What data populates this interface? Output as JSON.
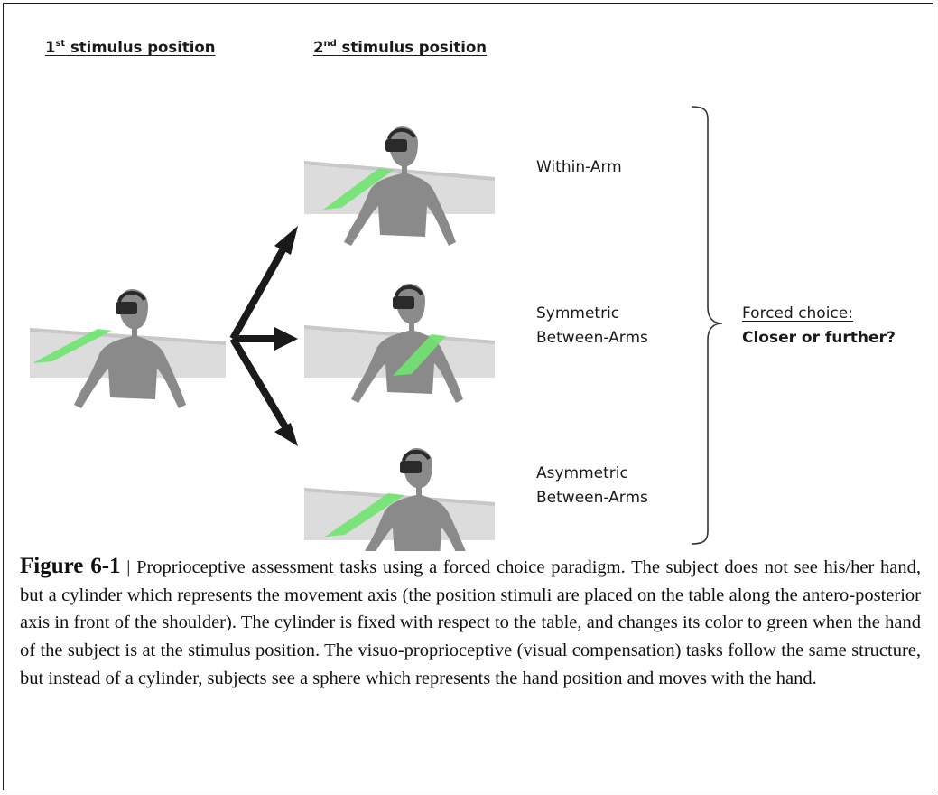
{
  "headers": {
    "first_pre": "1",
    "first_sup": "st",
    "first_post": " stimulus position",
    "second_pre": "2",
    "second_sup": "nd",
    "second_post": " stimulus position"
  },
  "conditions": {
    "within": [
      "Within-Arm"
    ],
    "symmetric": [
      "Symmetric",
      "Between-Arms"
    ],
    "asymmetric": [
      "Asymmetric",
      "Between-Arms"
    ]
  },
  "forced_choice": {
    "line1": "Forced choice:",
    "line2": "Closer or further?"
  },
  "caption": {
    "label": "Figure 6-1",
    "separator": " | ",
    "text": "Proprioceptive assessment tasks using a forced choice paradigm. The subject does not see his/her hand, but a cylinder which represents the movement axis (the position stimuli are placed on the table along the antero-posterior axis in front of the shoulder). The cylinder is fixed with respect to the table, and changes its color to green when the hand of the subject is at the stimulus position. The visuo-proprioceptive (visual compensation) tasks follow the same structure, but instead of a cylinder, subjects see a sphere which represents the hand position and moves with the hand."
  },
  "colors": {
    "figure_gray": "#8a8a8a",
    "table_gray": "#dcdcdc",
    "cylinder_green": "#6fe36f",
    "arrow": "#1a1a1a",
    "headset": "#2a2a2a"
  },
  "icons": {
    "subject": "vr-subject-figure",
    "arrows": "branching-arrows",
    "bracket": "right-curly-bracket"
  }
}
